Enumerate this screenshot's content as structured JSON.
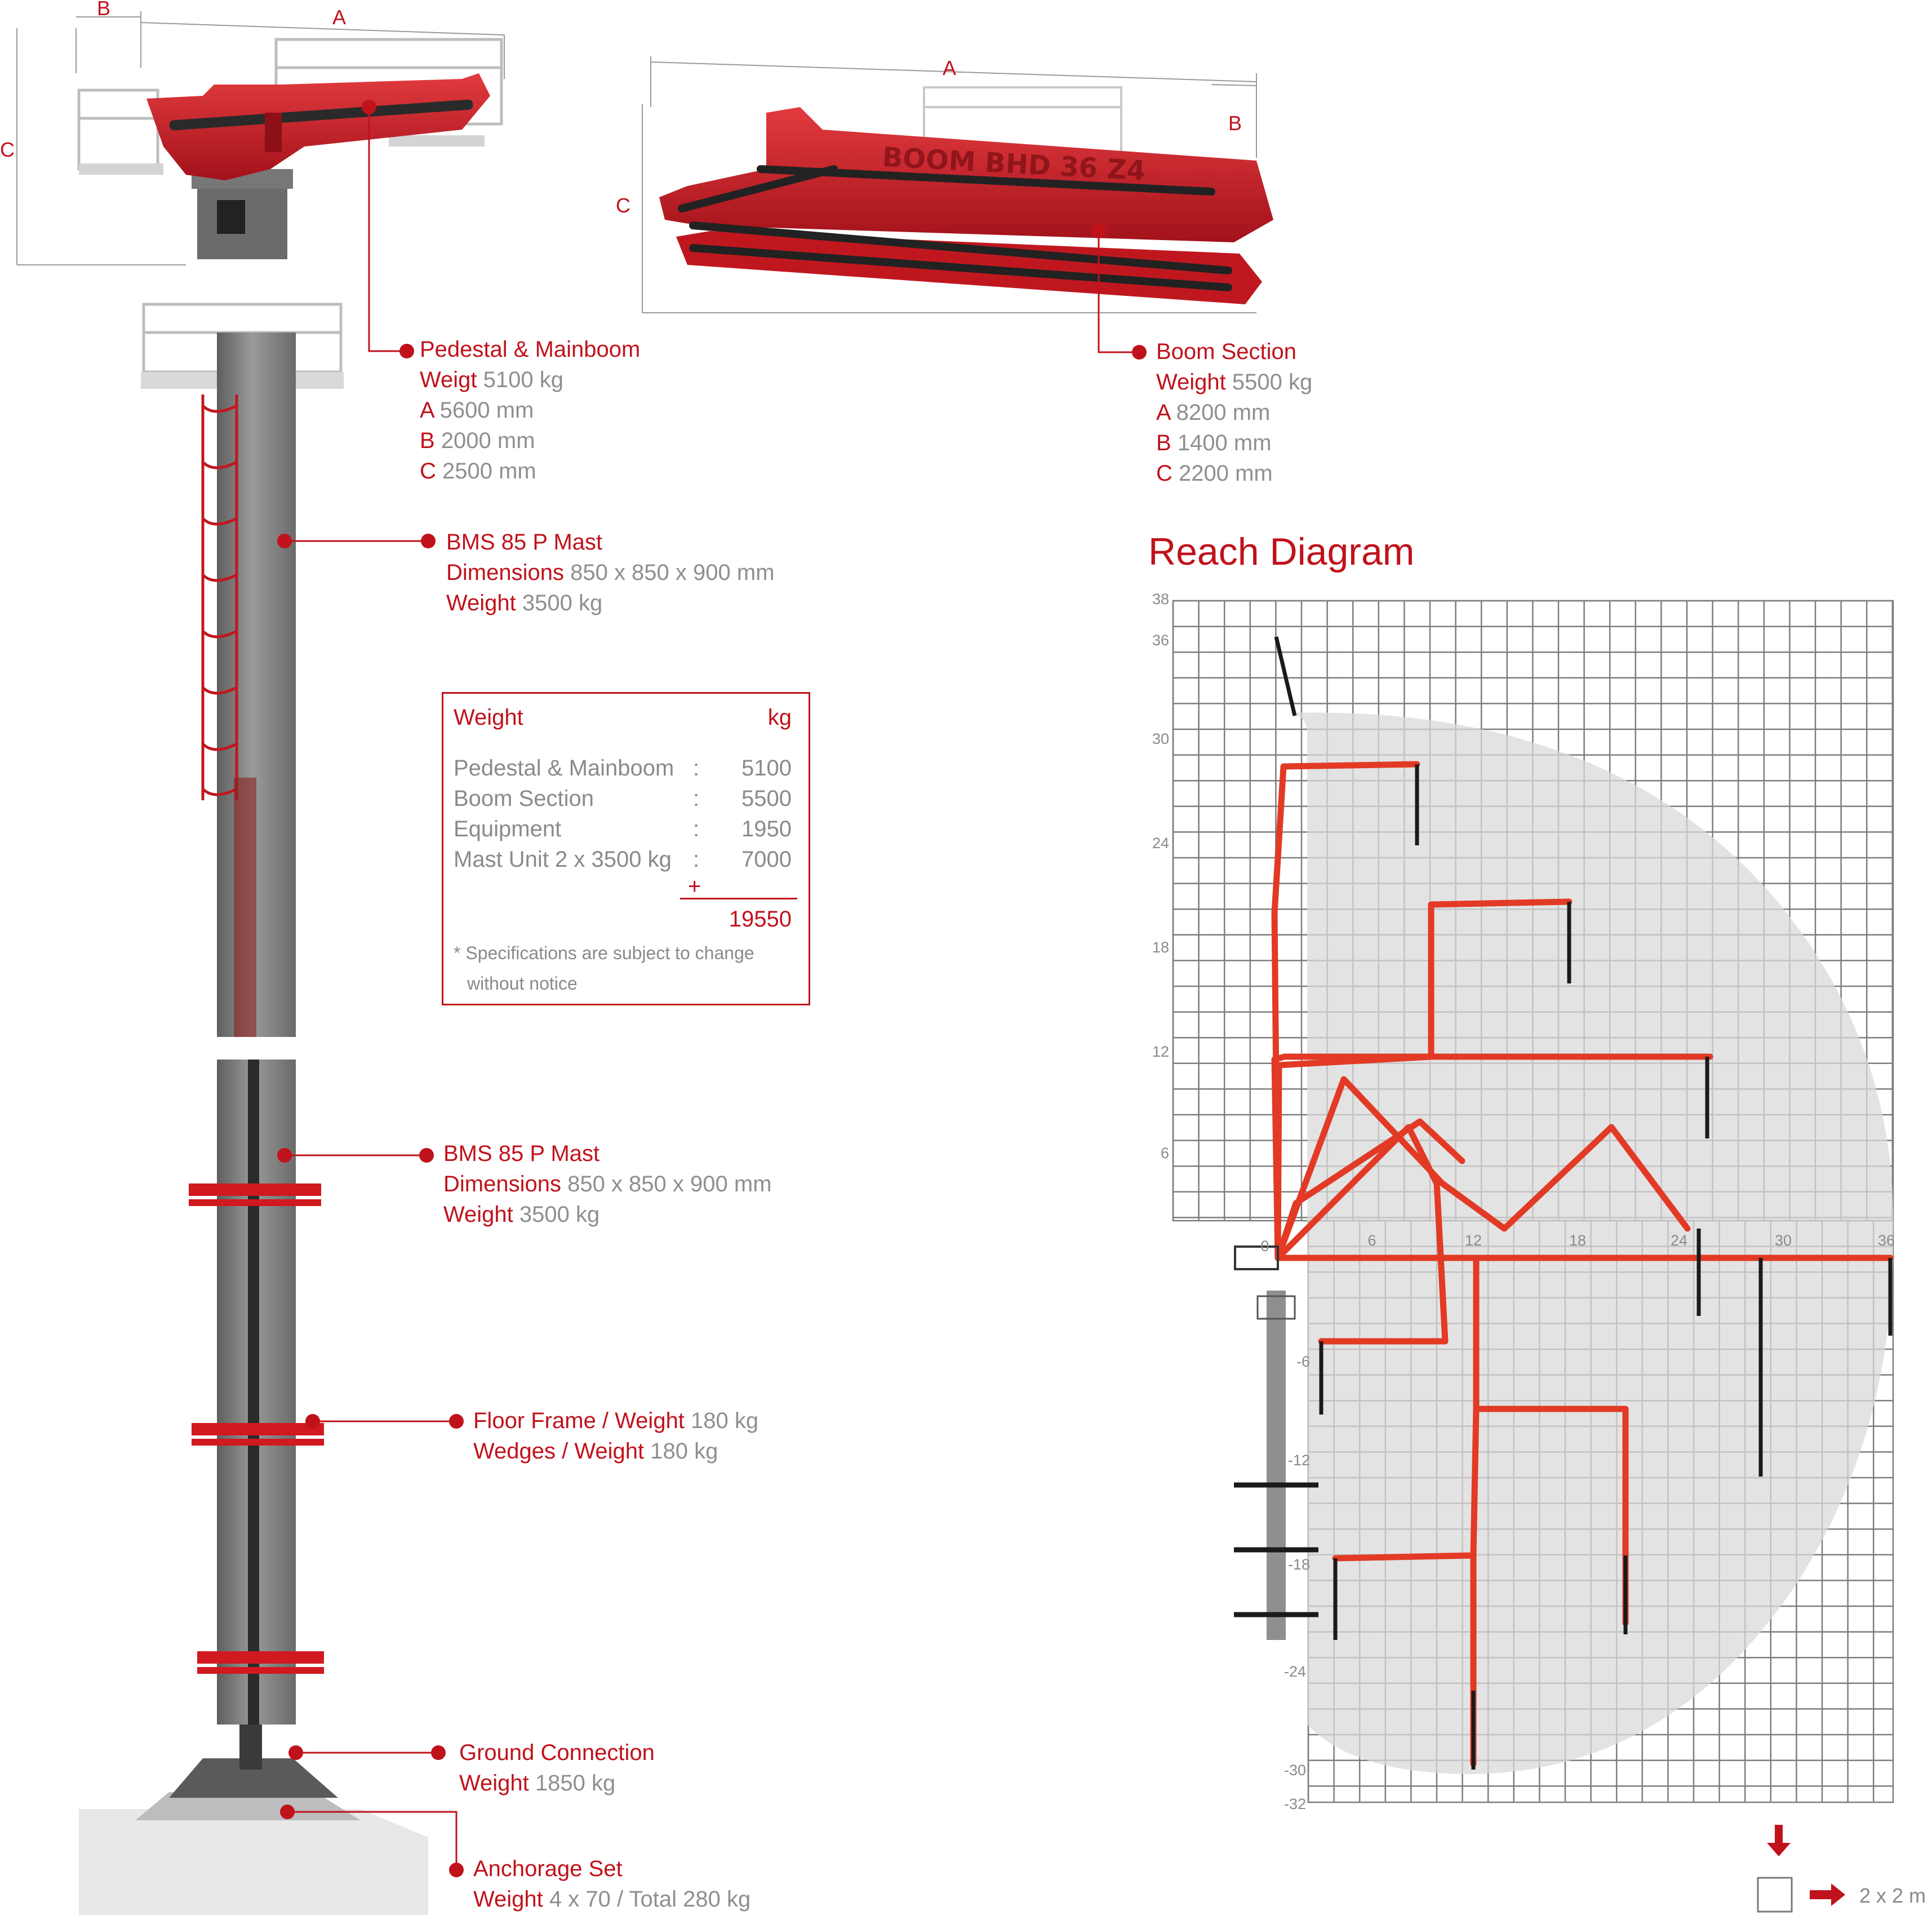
{
  "colors": {
    "accent": "#c0121b",
    "text_grey": "#8a8a8a",
    "steel": "#7a7a7a",
    "boom_red": "#d41f26",
    "reach_line": "#e23a25"
  },
  "dimension_letters": {
    "a": "A",
    "b": "B",
    "c": "C"
  },
  "pedestal": {
    "title": "Pedestal & Mainboom",
    "weight_label": "Weigt",
    "weight_value": "5100 kg",
    "a_label": "A",
    "a_value": "5600 mm",
    "b_label": "B",
    "b_value": "2000 mm",
    "c_label": "C",
    "c_value": "2500 mm"
  },
  "boom_section": {
    "title": "Boom Section",
    "weight_label": "Weight",
    "weight_value": "5500 kg",
    "a_label": "A",
    "a_value": "8200 mm",
    "b_label": "B",
    "b_value": "1400 mm",
    "c_label": "C",
    "c_value": "2200 mm",
    "brand_text": "BOOM   BHD 36 Z4"
  },
  "mast_upper": {
    "title": "BMS 85 P Mast",
    "dim_label": "Dimensions",
    "dim_value": "850 x 850 x 900 mm",
    "weight_label": "Weight",
    "weight_value": "3500 kg"
  },
  "mast_lower": {
    "title": "BMS 85 P Mast",
    "dim_label": "Dimensions",
    "dim_value": "850 x 850 x 900 mm",
    "weight_label": "Weight",
    "weight_value": "3500 kg"
  },
  "floor_frame": {
    "line1_label": "Floor Frame / Weight",
    "line1_value": "180 kg",
    "line2_label": "Wedges / Weight",
    "line2_value": "180 kg"
  },
  "ground_connection": {
    "title": "Ground Connection",
    "weight_label": "Weight",
    "weight_value": "1850 kg"
  },
  "anchorage": {
    "title": "Anchorage Set",
    "weight_label": "Weight",
    "weight_value": "4 x 70 / Total 280 kg"
  },
  "weight_table": {
    "header_left": "Weight",
    "header_right": "kg",
    "rows": [
      {
        "name": "Pedestal & Mainboom",
        "sep": ":",
        "value": "5100"
      },
      {
        "name": "Boom Section",
        "sep": ":",
        "value": "5500"
      },
      {
        "name": "Equipment",
        "sep": ":",
        "value": "1950"
      },
      {
        "name": "Mast Unit 2 x 3500 kg",
        "sep": ":",
        "value": "7000"
      }
    ],
    "plus": "+",
    "total": "19550",
    "note_line1": "* Specifications are subject to change",
    "note_line2": "without notice"
  },
  "reach_diagram": {
    "title": "Reach Diagram",
    "x_ticks": [
      "6",
      "12",
      "18",
      "24",
      "30",
      "36"
    ],
    "y_ticks_pos": [
      "38",
      "36",
      "30",
      "24",
      "18",
      "12",
      "6"
    ],
    "y_ticks_neg": [
      "-6",
      "-12",
      "-18",
      "-24",
      "-30",
      "-32"
    ],
    "origin_label": "0",
    "grid_scale": "2 x 2 m"
  }
}
